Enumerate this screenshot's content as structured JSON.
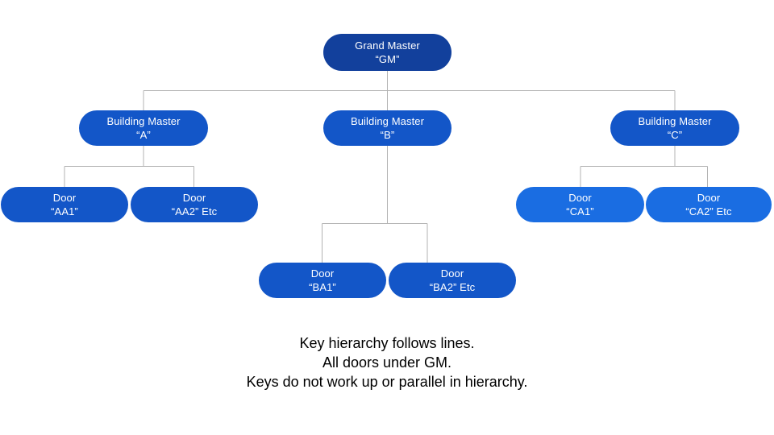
{
  "diagram": {
    "nodes": {
      "grand_master": {
        "title": "Grand Master",
        "subtitle": "“GM”"
      },
      "building_master_a": {
        "title": "Building Master",
        "subtitle": "“A”"
      },
      "building_master_b": {
        "title": "Building Master",
        "subtitle": "“B”"
      },
      "building_master_c": {
        "title": "Building Master",
        "subtitle": "“C”"
      },
      "door_aa1": {
        "title": "Door",
        "subtitle": "“AA1”"
      },
      "door_aa2": {
        "title": "Door",
        "subtitle": "“AA2” Etc"
      },
      "door_ba1": {
        "title": "Door",
        "subtitle": "“BA1”"
      },
      "door_ba2": {
        "title": "Door",
        "subtitle": "“BA2” Etc"
      },
      "door_ca1": {
        "title": "Door",
        "subtitle": "“CA1”"
      },
      "door_ca2": {
        "title": "Door",
        "subtitle": "“CA2” Etc"
      }
    },
    "colors": {
      "grand_master_fill": "#12409c",
      "building_master_fill": "#1356c8",
      "door_fill": "#1356c8",
      "door_c_fill": "#1a6de2",
      "node_text": "#ffffff",
      "connector": "#b3b3b3",
      "caption_text": "#000000",
      "background": "#ffffff"
    },
    "caption": {
      "line1": "Key hierarchy follows lines.",
      "line2": "All doors under GM.",
      "line3": "Keys do not work up or parallel in hierarchy."
    }
  }
}
